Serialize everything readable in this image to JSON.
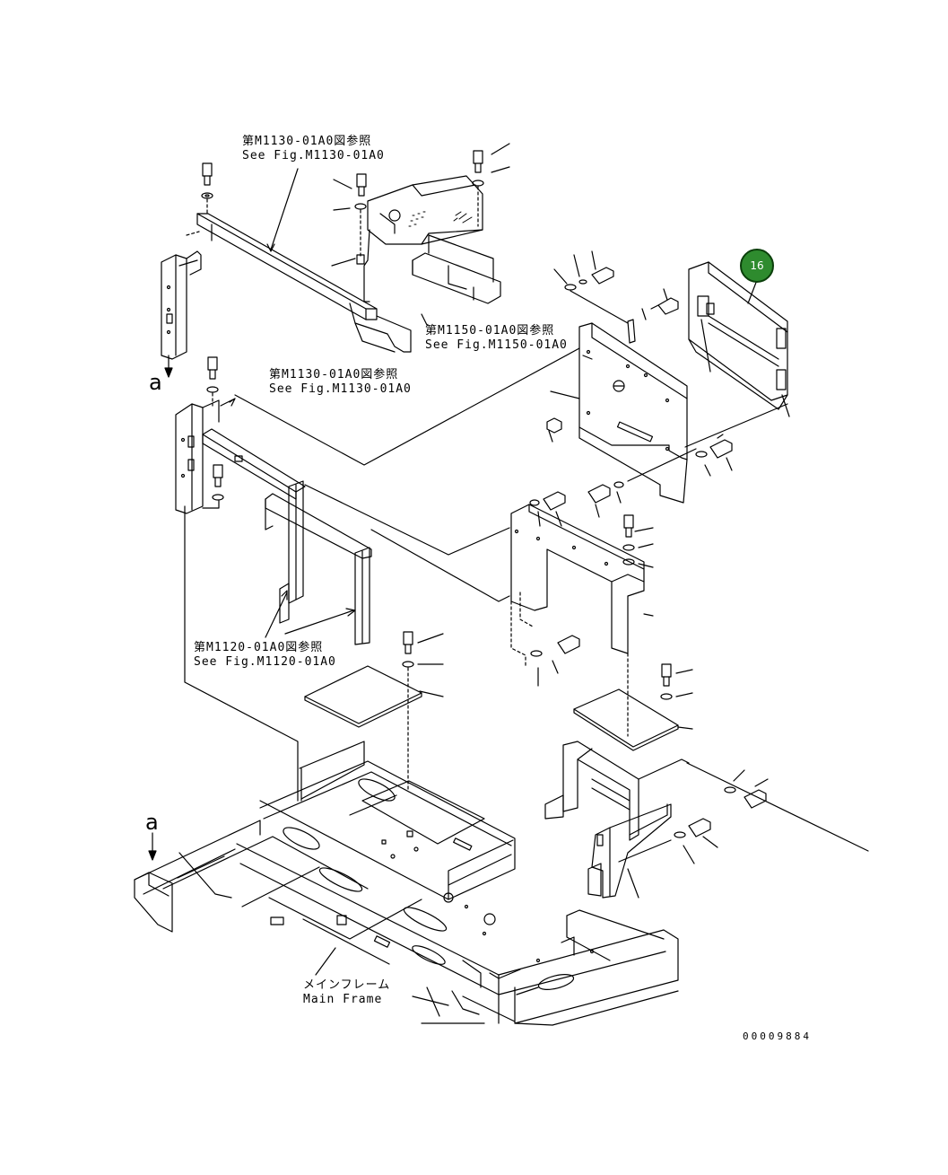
{
  "labels": {
    "ref_m1130_top": {
      "jp": "第M1130-01A0図参照",
      "en": "See Fig.M1130-01A0"
    },
    "ref_m1150": {
      "jp": "第M1150-01A0図参照",
      "en": "See Fig.M1150-01A0"
    },
    "ref_m1130_mid": {
      "jp": "第M1130-01A0図参照",
      "en": "See Fig.M1130-01A0"
    },
    "ref_m1120": {
      "jp": "第M1120-01A0図参照",
      "en": "See Fig.M1120-01A0"
    },
    "main_frame": {
      "jp": "メインフレーム",
      "en": "Main Frame"
    }
  },
  "arrow_letters": {
    "top": "a",
    "bottom": "a"
  },
  "callout": {
    "number": "16",
    "color": "#2e8b2e"
  },
  "doc_number": "00009884"
}
